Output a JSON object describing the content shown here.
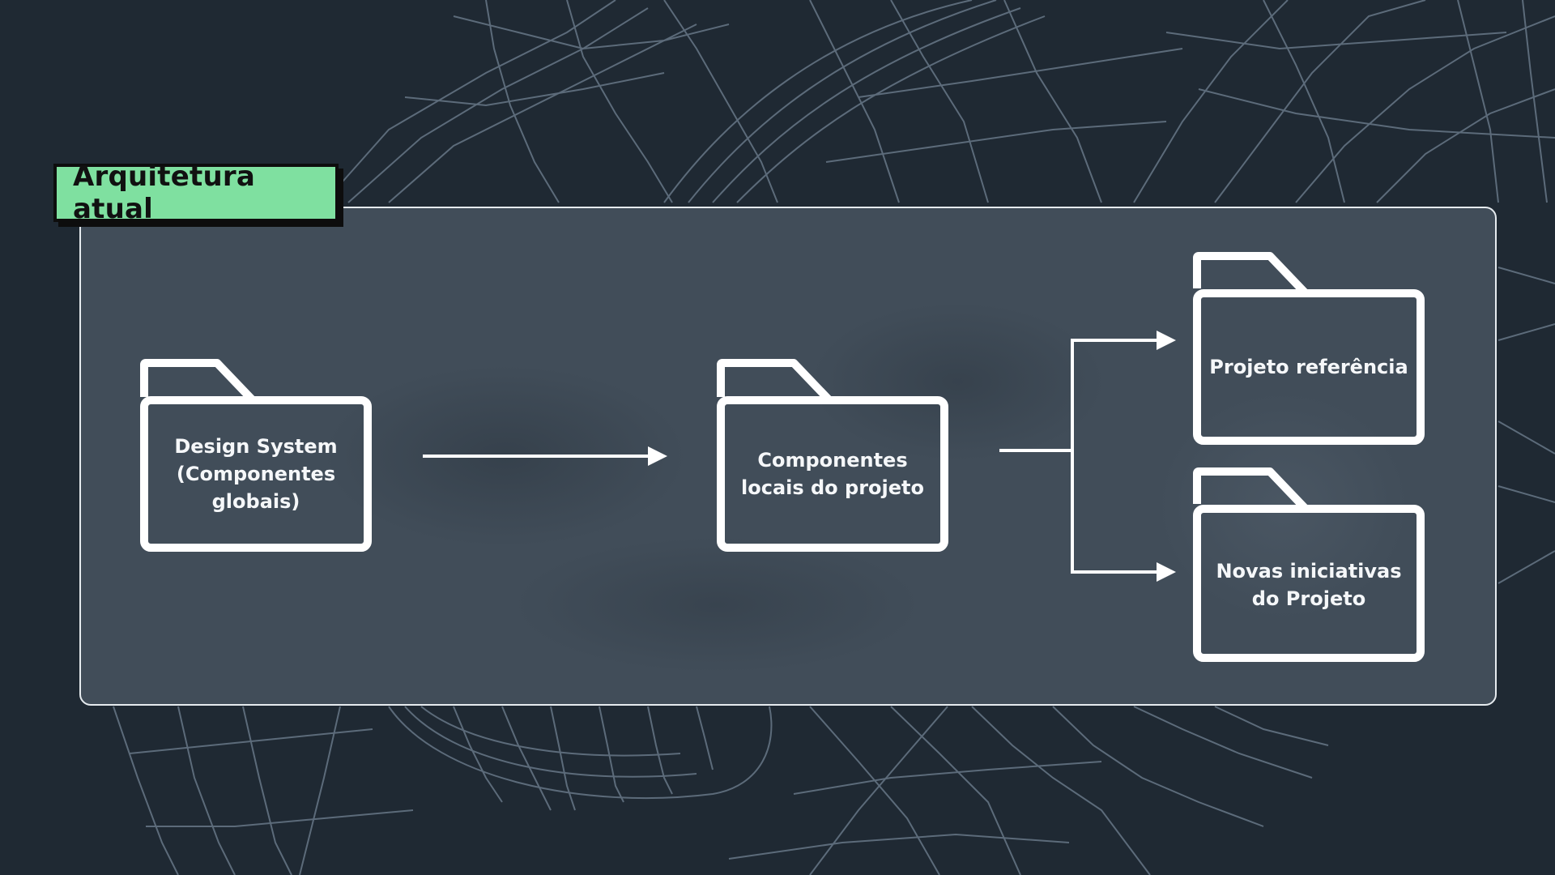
{
  "title": "Arquitetura atual",
  "colors": {
    "background": "#1f2933",
    "mesh": "#5c6b7a",
    "accent_tag": "#7fe0a0",
    "stroke": "#ffffff"
  },
  "folders": {
    "design_system": [
      "Design System",
      "(Componentes",
      "globais)"
    ],
    "local_components": [
      "Componentes",
      "locais do projeto"
    ],
    "reference_project": [
      "Projeto referência"
    ],
    "new_initiatives": [
      "Novas iniciativas",
      "do Projeto"
    ]
  }
}
